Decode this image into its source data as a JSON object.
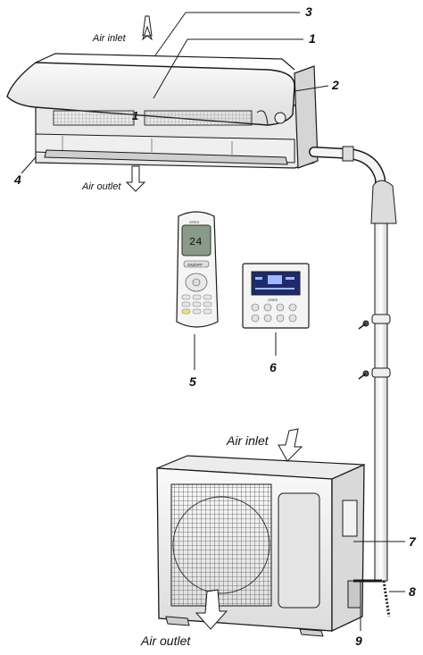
{
  "labels": {
    "air_inlet_top": "Air inlet",
    "air_outlet_top": "Air outlet",
    "air_inlet_outdoor": "Air inlet",
    "air_outlet_outdoor": "Air outlet"
  },
  "callouts": {
    "n1": "1",
    "n1_inner": "1",
    "n2": "2",
    "n3": "3",
    "n4": "4",
    "n5": "5",
    "n6": "6",
    "n7": "7",
    "n8": "8",
    "n9": "9"
  },
  "remote": {
    "display_value": "24",
    "brand": "GREE",
    "button_on_off": "ON/OFF"
  },
  "wired_controller": {
    "brand": "GREE"
  },
  "colors": {
    "line": "#1a1a1a",
    "body_light": "#f2f2f2",
    "body_shade": "#d9d9d9",
    "screen": "#1d2a6b",
    "remote_screen": "#8a9a8a"
  }
}
